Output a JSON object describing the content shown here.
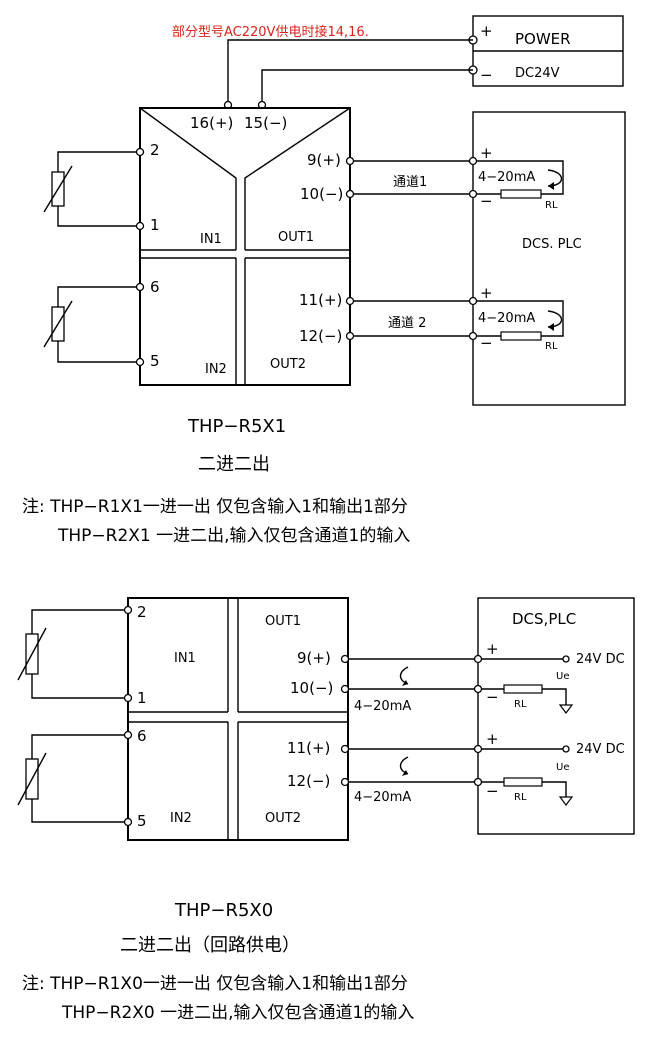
{
  "diagram1": {
    "power_note": "部分型号AC220V供电时接14,16.",
    "power_title": "POWER",
    "power_voltage": "DC24V",
    "plus": "+",
    "minus": "−",
    "t16": "16(+)",
    "t15": "15(−)",
    "t2": "2",
    "t1": "1",
    "t6": "6",
    "t5": "5",
    "t9": "9(+)",
    "t10": "10(−)",
    "t11": "11(+)",
    "t12": "12(−)",
    "in1": "IN1",
    "out1": "OUT1",
    "in2": "IN2",
    "out2": "OUT2",
    "channel1": "通道1",
    "channel2": "通道 2",
    "current1": "4−20mA",
    "current2": "4−20mA",
    "rl1": "RL",
    "rl2": "RL",
    "dcs": "DCS. PLC",
    "model": "THP−R5X1",
    "desc": "二进二出",
    "note1": "注: THP−R1X1一进一出 仅包含输入1和输出1部分",
    "note2": "THP−R2X1 一进二出,输入仅包含通道1的输入"
  },
  "diagram2": {
    "t2": "2",
    "t1": "1",
    "t6": "6",
    "t5": "5",
    "in1": "IN1",
    "in2": "IN2",
    "out1": "OUT1",
    "out2": "OUT2",
    "t9": "9(+)",
    "t10": "10(−)",
    "t11": "11(+)",
    "t12": "12(−)",
    "current1": "4−20mA",
    "current2": "4−20mA",
    "dcs": "DCS,PLC",
    "v1": "24V DC",
    "v2": "24V DC",
    "ue1": "Ue",
    "ue2": "Ue",
    "rl1": "RL",
    "rl2": "RL",
    "plus": "+",
    "minus": "−",
    "model": "THP−R5X0",
    "desc": "二进二出（回路供电）",
    "note1": "注: THP−R1X0一进一出 仅包含输入1和输出1部分",
    "note2": "THP−R2X0 一进二出,输入仅包含通道1的输入"
  }
}
